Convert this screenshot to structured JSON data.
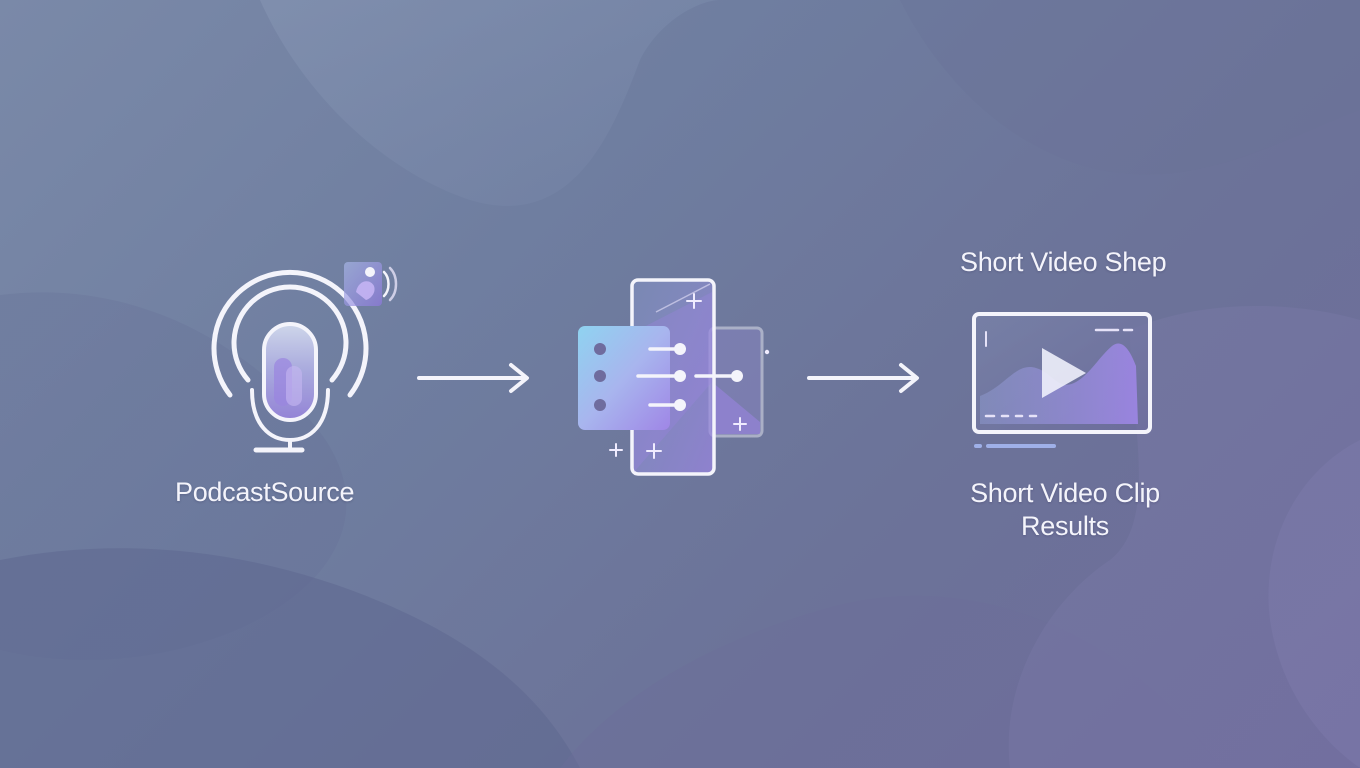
{
  "diagram": {
    "source_label": "PodcastSource",
    "result_header": "Short Video Shep",
    "result_label": "Short Video Clip Results"
  },
  "colors": {
    "background_start": "#7a89a8",
    "background_end": "#6e6b9a",
    "outline": "#f4f4fb",
    "accent_purple": "#9a84e0",
    "accent_cyan": "#8fd3f0"
  },
  "icons": {
    "source": "microphone-icon",
    "source_badge": "audio-wave-icon",
    "process": "layered-cards-icon",
    "result": "video-player-icon"
  }
}
